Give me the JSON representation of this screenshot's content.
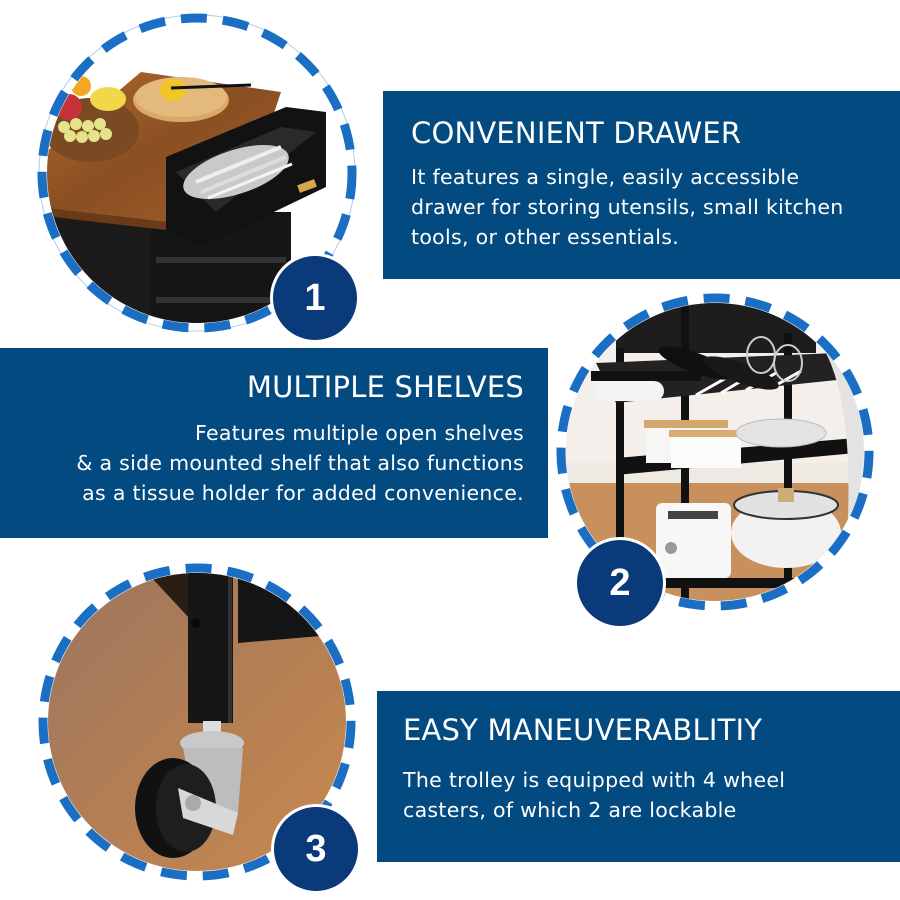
{
  "colors": {
    "panel_blue": "#034a80",
    "badge_blue": "#0b3a7a",
    "ring_dash_blue": "#1a6fc4",
    "text_white": "#ffffff",
    "background": "#ffffff"
  },
  "features": [
    {
      "number": "1",
      "title": "CONVENIENT DRAWER",
      "description": " It features a single, easily accessible\ndrawer for storing utensils, small kitchen\ntools, or other essentials.",
      "image_subject": "wooden-top cart with open drawer holding cutlery, fruit basket and cutting board"
    },
    {
      "number": "2",
      "title": "MULTIPLE SHELVES",
      "description": "Features multiple open shelves\n& a side mounted shelf that also functions\nas a tissue holder for added convenience.",
      "image_subject": "black metal shelves with wine bottles, glasses, paper towel holder, food containers, plates, toaster and pot"
    },
    {
      "number": "3",
      "title": "EASY MANEUVERABLITIY",
      "description": "The trolley is equipped with 4 wheel\ncasters, of which 2 are lockable",
      "image_subject": "close-up of lockable swivel caster wheel on wood floor"
    }
  ]
}
